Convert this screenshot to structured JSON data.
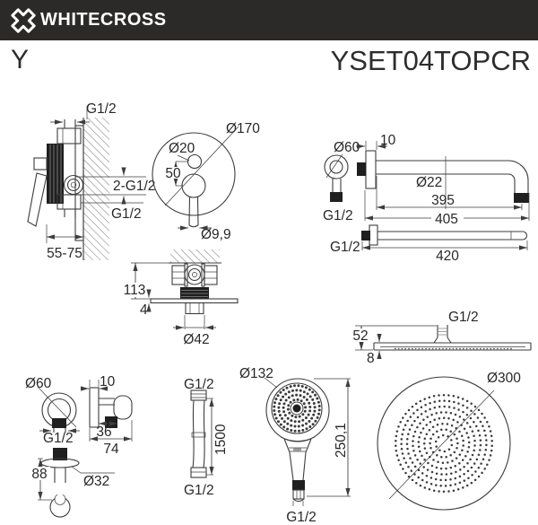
{
  "header": {
    "brand": "WHITECROSS"
  },
  "title": {
    "model": "Y",
    "sku": "YSET04TOPCR"
  },
  "drawings": {
    "mixer_side": {
      "label_thread_top": "G1/2",
      "label_threads_side": "2-G1/2",
      "label_thread_bottom": "G1/2",
      "label_mount_depth": "55-75"
    },
    "mixer_front": {
      "label_plate_dia": "Ø170",
      "label_button_dia": "Ø20",
      "label_spacing": "50",
      "label_lever_dia": "Ø9,9"
    },
    "shower_arm": {
      "label_flange_dia": "Ø60",
      "label_flange_thread": "G1/2",
      "label_flange_depth": "10",
      "label_pipe_dia": "Ø22",
      "label_len_inner": "395",
      "label_len_outer": "405",
      "label_len_total": "420",
      "label_thread": "G1/2"
    },
    "valve_body": {
      "label_depth": "113",
      "label_plate_thickness": "4",
      "label_dia": "Ø42"
    },
    "head_side": {
      "label_thread": "G1/2",
      "label_height": "52",
      "label_thickness": "8"
    },
    "outlet_elbow": {
      "label_flange_dia": "Ø60",
      "label_thread": "G1/2",
      "label_flange_depth": "10",
      "label_holder_offset": "36",
      "label_reach": "74",
      "label_height": "88",
      "label_holder_dia": "Ø32"
    },
    "hose": {
      "label_thread_top": "G1/2",
      "label_length": "1500",
      "label_thread_bottom": "G1/2"
    },
    "handshower": {
      "label_head_dia": "Ø132",
      "label_length": "250,1",
      "label_thread": "G1/2"
    },
    "head_bottom": {
      "label_dia": "Ø300"
    }
  }
}
